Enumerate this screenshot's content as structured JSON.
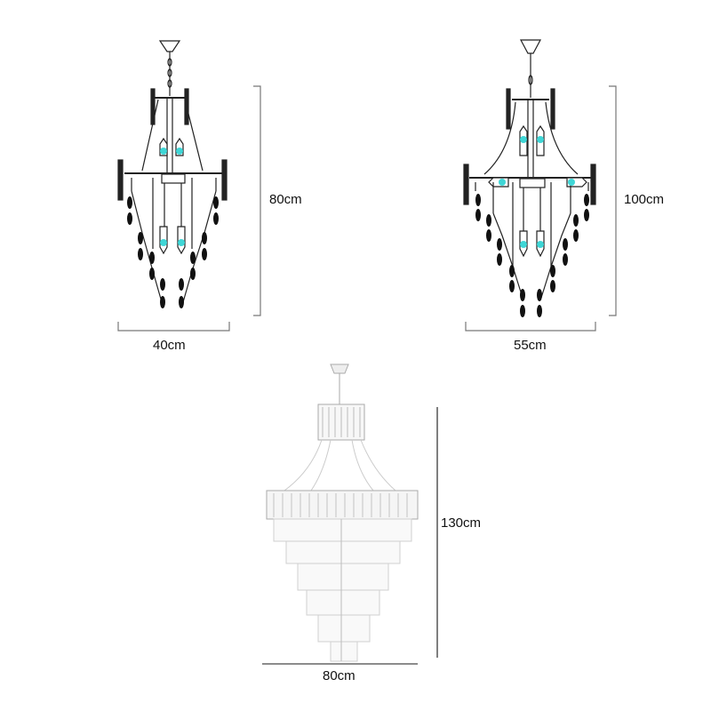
{
  "products": [
    {
      "id": "small",
      "style": "black-crystal-drop-chandelier",
      "width_label": "40cm",
      "height_label": "80cm",
      "bulb_color": "#3fd6d6",
      "crystal_color": "#111111"
    },
    {
      "id": "medium",
      "style": "black-crystal-drop-chandelier",
      "width_label": "55cm",
      "height_label": "100cm",
      "bulb_color": "#3fd6d6",
      "crystal_color": "#111111"
    },
    {
      "id": "large",
      "style": "tiered-clear-crystal-chandelier",
      "width_label": "80cm",
      "height_label": "130cm",
      "crystal_color": "#c8c8c8"
    }
  ],
  "colors": {
    "background": "#ffffff",
    "dimension_line": "#666666",
    "dimension_line_dark": "#555555",
    "text": "#111111"
  }
}
